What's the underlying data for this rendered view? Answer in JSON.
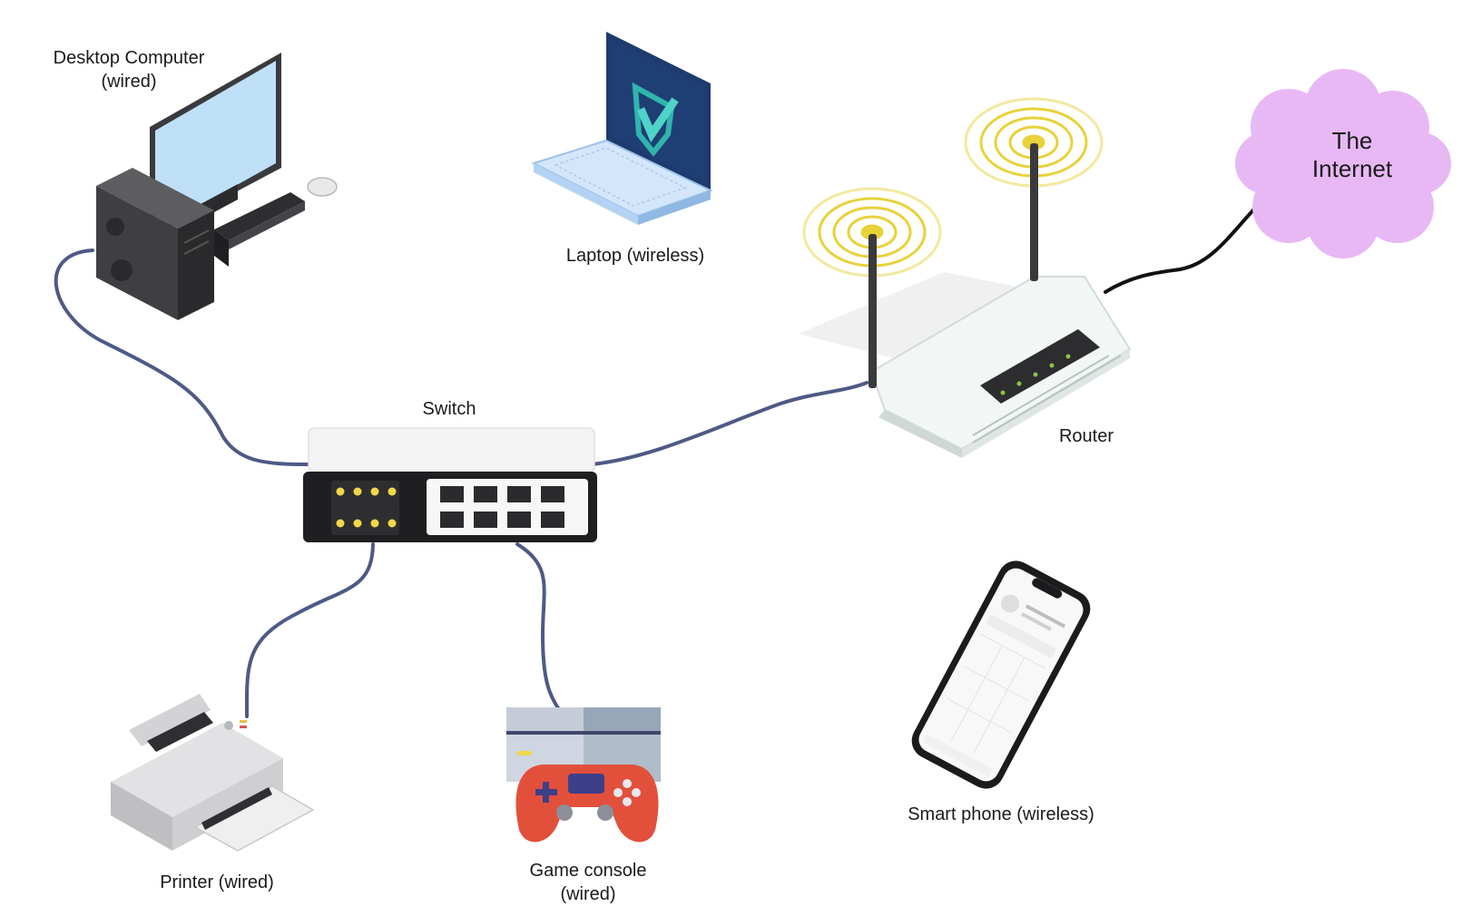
{
  "nodes": {
    "desktop": {
      "label_line1": "Desktop Computer",
      "label_line2": "(wired)",
      "icon": "desktop-computer-icon"
    },
    "laptop": {
      "label": "Laptop (wireless)",
      "icon": "laptop-icon"
    },
    "router": {
      "label": "Router",
      "icon": "wifi-router-icon"
    },
    "internet": {
      "label_line1": "The",
      "label_line2": "Internet",
      "icon": "cloud-icon",
      "color": "#e8b8f5"
    },
    "switch": {
      "label": "Switch",
      "icon": "network-switch-icon"
    },
    "printer": {
      "label": "Printer (wired)",
      "icon": "printer-icon"
    },
    "console": {
      "label_line1": "Game console",
      "label_line2": "(wired)",
      "icon": "game-console-icon"
    },
    "phone": {
      "label": "Smart phone (wireless)",
      "icon": "smartphone-icon"
    }
  },
  "edges": [
    {
      "from": "desktop",
      "to": "switch",
      "type": "wired"
    },
    {
      "from": "switch",
      "to": "router",
      "type": "wired"
    },
    {
      "from": "router",
      "to": "internet",
      "type": "wired"
    },
    {
      "from": "switch",
      "to": "printer",
      "type": "wired"
    },
    {
      "from": "switch",
      "to": "console",
      "type": "wired"
    }
  ],
  "colors": {
    "cable": "#4e5a85",
    "internet_cable": "#111111",
    "wifi_rings": "#e8d23a"
  }
}
